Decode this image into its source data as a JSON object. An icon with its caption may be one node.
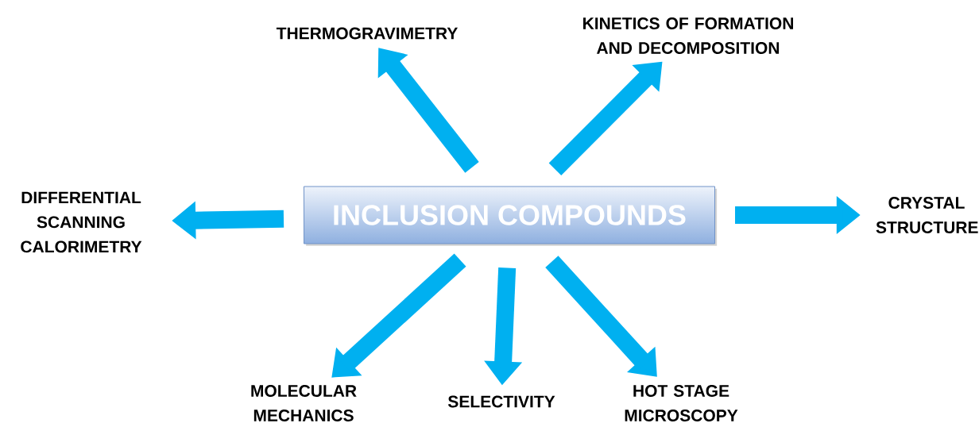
{
  "diagram": {
    "nodes": [
      {
        "text": [
          "INCLUSION COMPOUNDS"
        ]
      },
      {
        "text": [
          "THERMOGRAVIMETRY"
        ]
      },
      {
        "text": [
          "KINETICS OF FORMATION AND DECOMPOSITION"
        ]
      },
      {
        "text": [
          "DIFFERENTIAL SCANNING CALORIMETRY"
        ]
      },
      {
        "text": [
          "CRYSTAL STRUCTURE"
        ]
      },
      {
        "text": [
          "MOLECULAR MECHANICS"
        ]
      },
      {
        "text": [
          "SELECTIVITY"
        ]
      },
      {
        "text": [
          "HOT STAGE MICROSCOPY"
        ]
      }
    ],
    "edges": [
      {
        "from": 0,
        "to": 1,
        "arrow": "to"
      },
      {
        "from": 0,
        "to": 2,
        "arrow": "to"
      },
      {
        "from": 0,
        "to": 3,
        "arrow": "to"
      },
      {
        "from": 0,
        "to": 4,
        "arrow": "to"
      },
      {
        "from": 0,
        "to": 5,
        "arrow": "to"
      },
      {
        "from": 0,
        "to": 6,
        "arrow": "to"
      },
      {
        "from": 0,
        "to": 7,
        "arrow": "to"
      }
    ]
  }
}
